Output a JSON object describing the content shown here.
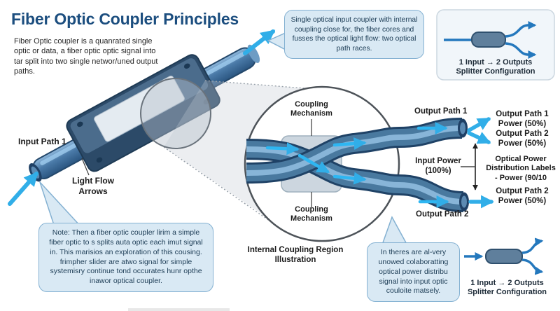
{
  "title": "Fiber Optic Coupler Principles",
  "intro": "Fiber Optic coupler is a quanrated single optic or data, a fiber optic optic signal into tar split into two single networ/uned output paths.",
  "callouts": {
    "top": "Single optical input coupler with internal coupling close for, the fiber cores and fusses the optical light flow: two optical path races.",
    "note": "Note: Then a fiber optic coupler lirim a simple fiber optic to s splits auta optic each imut signal in. This marisios an exploration of this cousing. frimpher slider are atwo signal for simple systemisry continue tond occurates hunr opthe inawor optical coupler.",
    "bottom": "In theres are al-very unowed colaboratting optical power distribu signal into input optic couloite matsely."
  },
  "labels": {
    "input_path_1": "Input Path 1",
    "light_flow_arrows": "Light Flow Arrows",
    "coupling_mechanism_top": "Coupling Mechanism",
    "coupling_mechanism_bottom": "Coupling Mechanism",
    "internal_region": "Internal Coupling Region Illustration",
    "output_path_1": "Output Path 1",
    "output_path_2": "Output Path 2",
    "input_power": "Input Power (100%)",
    "output1_power": "Output Path 1 Power (50%)",
    "output2_power_top": "Output Path 2 Power (50%)",
    "output2_power_bottom": "Output Path 2 Power (50%)",
    "distribution": "Optical Power Distribution Labels - Power (90/10"
  },
  "config_top": {
    "line1": "1 Input → 2 Outputs",
    "line2": "Splitter Configuration"
  },
  "config_bottom": {
    "line1": "1 Input → 2 Outputs",
    "line2": "Splitter Configuration"
  },
  "colors": {
    "title_blue": "#1c4e7f",
    "bubble_bg": "#d9e9f4",
    "bubble_border": "#84b1d2",
    "arrow_cyan": "#31aee8",
    "arrow_blue": "#2478bd",
    "coupler_body_gray": "#5f7f9c",
    "housing_navy": "#33536f",
    "fiber_blue": "#4a7aa8"
  }
}
